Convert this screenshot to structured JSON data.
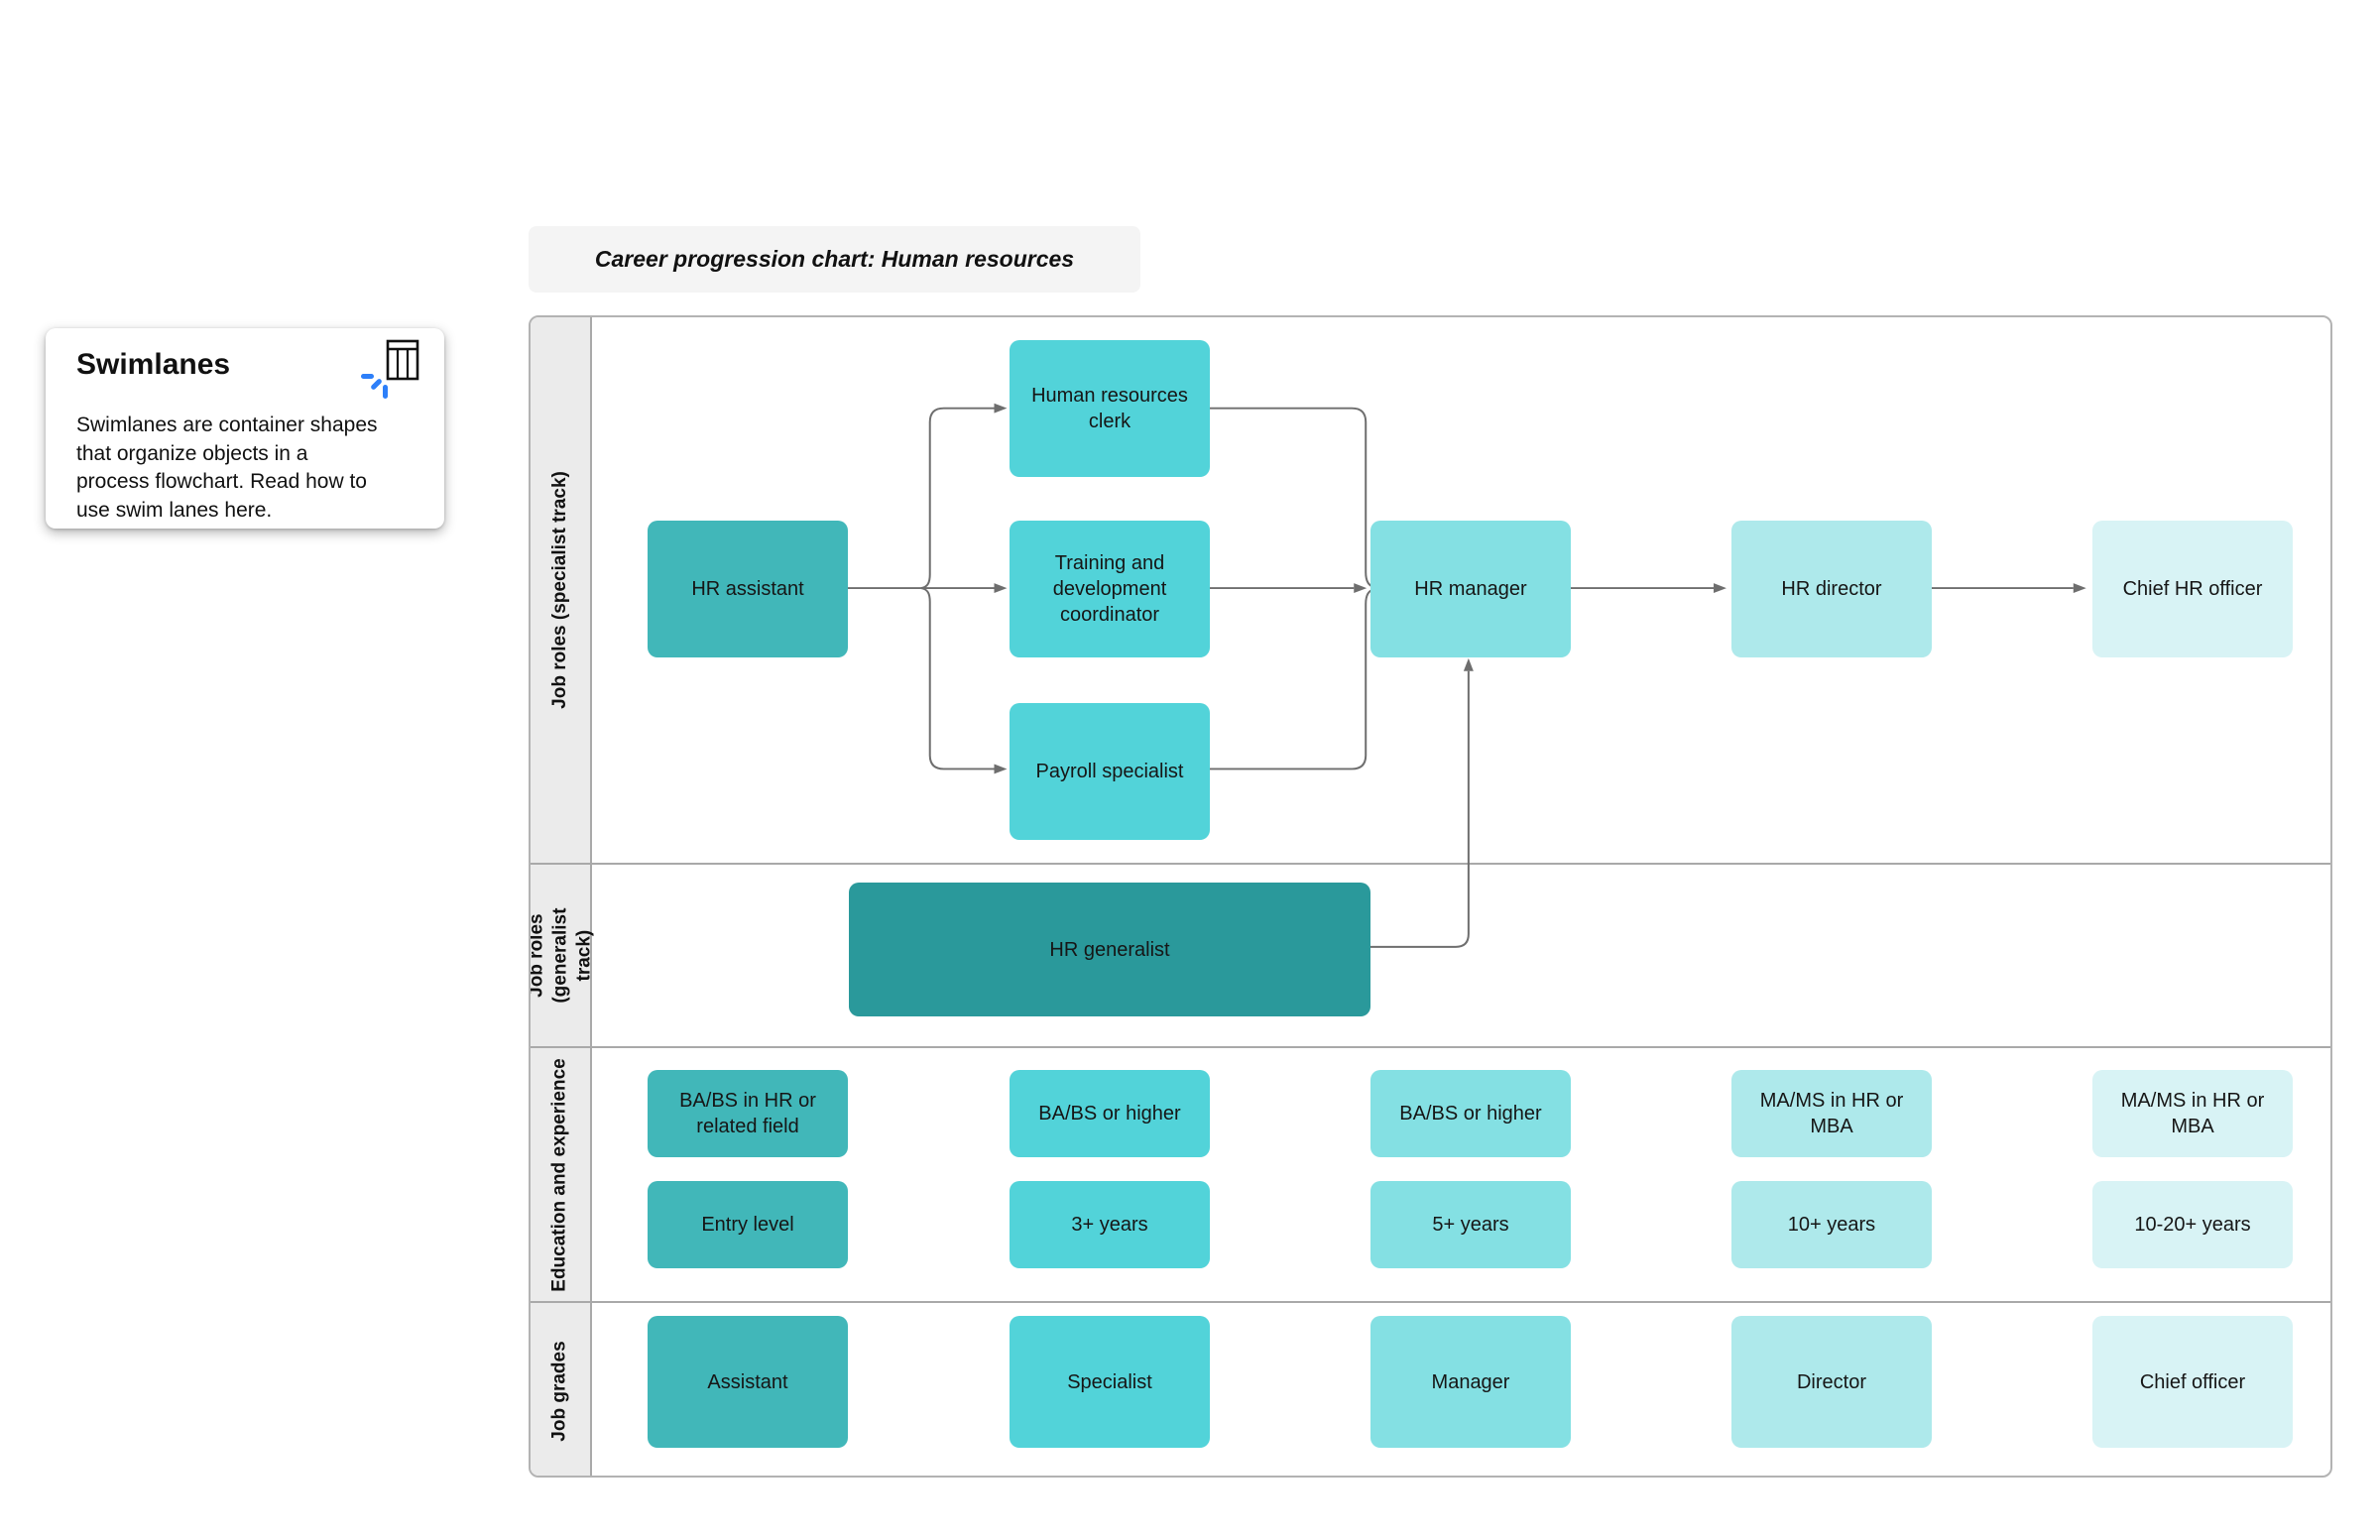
{
  "card": {
    "title": "Swimlanes",
    "body": "Swimlanes are container shapes that organize objects in a process flowchart. Read how to use swim lanes here."
  },
  "chart_title": "Career progression chart: Human resources",
  "lanes": {
    "specialist": "Job roles (specialist track)",
    "generalist": "Job roles\n(generalist track)",
    "education": "Education and experience",
    "grades": "Job grades"
  },
  "nodes": {
    "hr_assistant": "HR assistant",
    "hr_clerk": "Human resources clerk",
    "training_coordinator": "Training and development coordinator",
    "payroll_specialist": "Payroll specialist",
    "hr_manager": "HR manager",
    "hr_director": "HR director",
    "chief_hr_officer": "Chief HR officer",
    "hr_generalist": "HR generalist"
  },
  "education": [
    "BA/BS in HR or related field",
    "BA/BS or higher",
    "BA/BS or higher",
    "MA/MS in HR or MBA",
    "MA/MS in HR or MBA"
  ],
  "experience": [
    "Entry level",
    "3+ years",
    "5+ years",
    "10+ years",
    "10-20+ years"
  ],
  "grades": [
    "Assistant",
    "Specialist",
    "Manager",
    "Director",
    "Chief officer"
  ],
  "colors": {
    "col1": "#41B7B9",
    "col2": "#52D3D9",
    "col3": "#84E0E3",
    "col4": "#AEE9EB",
    "col5": "#D8F3F5",
    "generalist": "#2A999B",
    "lane_header_bg": "#EBEBEB",
    "lane_border": "#A9A9A9",
    "connector": "#6E6E6E",
    "title_bar_bg": "#F4F4F4",
    "icon_blue": "#2D7FF9"
  }
}
